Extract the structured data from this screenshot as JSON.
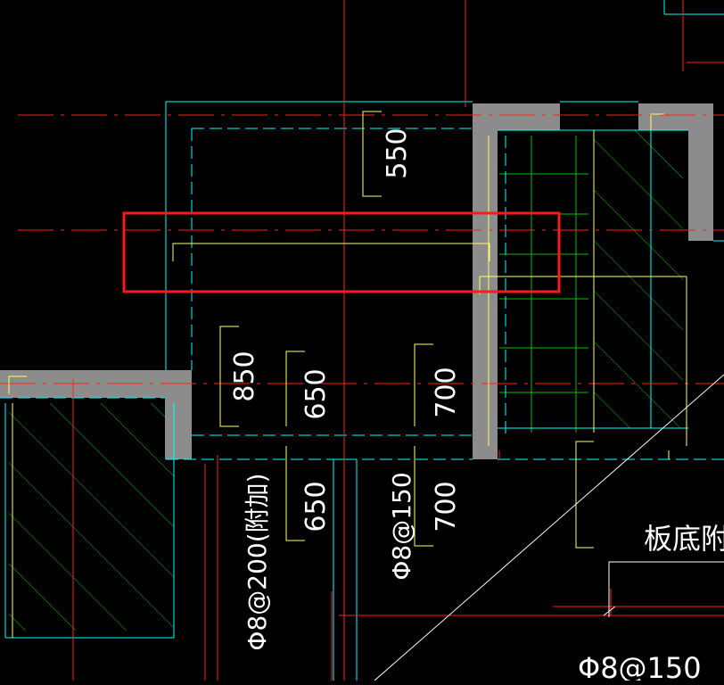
{
  "colors": {
    "background": "#000000",
    "axis_red": "#ff2020",
    "outline_cyan": "#00ffff",
    "rebar_yellow": "#ffff66",
    "hatch_green": "#00c000",
    "wall_gray": "#8c8c8c",
    "highlight_red": "#ff1a1a",
    "text_white": "#ffffff"
  },
  "labels": {
    "dim_550": "550",
    "dim_850": "850",
    "dim_650_upper": "650",
    "dim_700_upper": "700",
    "dim_650_lower": "650",
    "dim_700_lower": "700",
    "rebar_spec_200": "Φ8@200(附加)",
    "rebar_spec_150_mid": "Φ8@150",
    "rebar_spec_150_bottom": "Φ8@150",
    "slab_note": "板底附加"
  },
  "highlight": {
    "note": ""
  }
}
